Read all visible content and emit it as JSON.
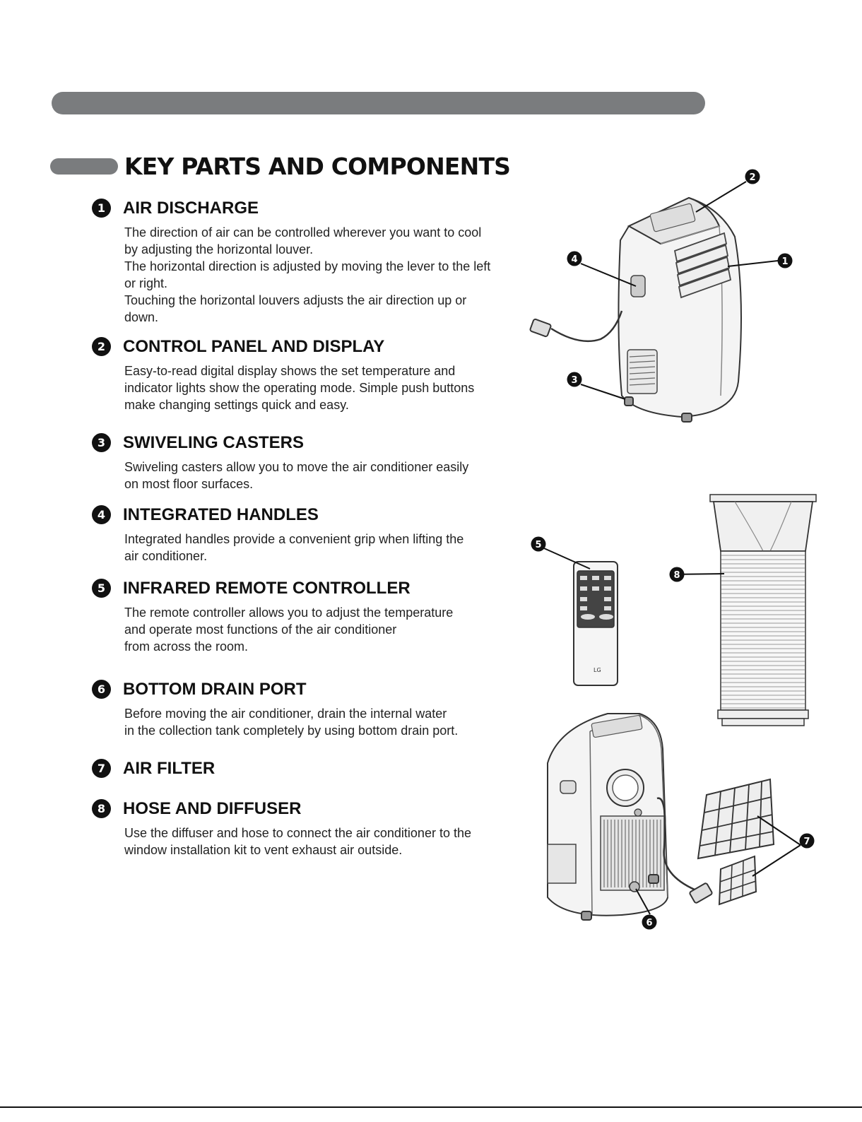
{
  "page": {
    "title": "KEY PARTS AND COMPONENTS"
  },
  "sections": [
    {
      "number": "1",
      "title": "AIR DISCHARGE",
      "body": "The direction of air can be controlled wherever you want to cool\nby adjusting the horizontal louver.\nThe horizontal direction is adjusted by moving the lever to the left\nor right.\nTouching the horizontal louvers adjusts the air direction up or\ndown."
    },
    {
      "number": "2",
      "title": "CONTROL PANEL AND DISPLAY",
      "body": "Easy-to-read digital display shows the set temperature and\nindicator lights show the operating mode. Simple push buttons\nmake changing settings quick and easy."
    },
    {
      "number": "3",
      "title": "SWIVELING CASTERS",
      "body": "Swiveling casters allow you to move the air conditioner easily\non most floor surfaces."
    },
    {
      "number": "4",
      "title": "INTEGRATED HANDLES",
      "body": "Integrated handles provide a convenient grip when lifting the\nair conditioner."
    },
    {
      "number": "5",
      "title": "INFRARED REMOTE CONTROLLER",
      "body": "The remote controller allows you to adjust the temperature\nand operate most functions of the air conditioner\nfrom across the room."
    },
    {
      "number": "6",
      "title": "BOTTOM DRAIN PORT",
      "body": "Before moving the air conditioner, drain the internal water\nin the collection tank completely by using bottom drain port."
    },
    {
      "number": "7",
      "title": "AIR FILTER",
      "body": ""
    },
    {
      "number": "8",
      "title": "HOSE  AND DIFFUSER",
      "body": "Use the diffuser and hose to connect the air conditioner to the\nwindow installation kit to vent exhaust air outside."
    }
  ],
  "callouts": [
    "1",
    "2",
    "3",
    "4",
    "5",
    "6",
    "7",
    "8"
  ],
  "remote_logo": "LG"
}
